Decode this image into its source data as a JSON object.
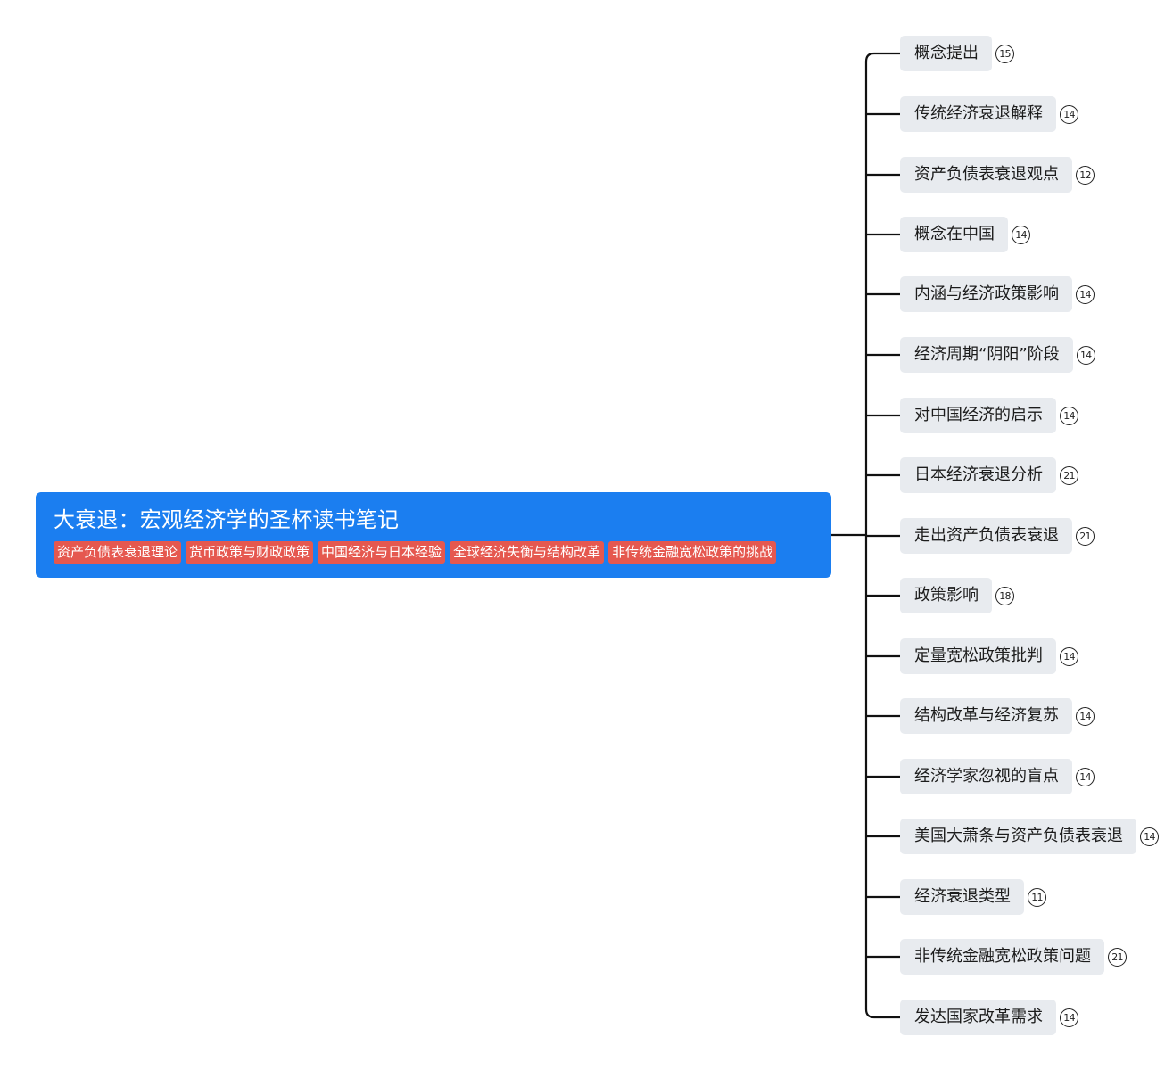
{
  "root": {
    "title": "大衰退：宏观经济学的圣杯读书笔记",
    "tags": [
      "资产负债表衰退理论",
      "货币政策与财政政策",
      "中国经济与日本经验",
      "全球经济失衡与结构改革",
      "非传统金融宽松政策的挑战"
    ]
  },
  "topics": [
    {
      "label": "概念提出",
      "count": "15"
    },
    {
      "label": "传统经济衰退解释",
      "count": "14"
    },
    {
      "label": "资产负债表衰退观点",
      "count": "12"
    },
    {
      "label": "概念在中国",
      "count": "14"
    },
    {
      "label": "内涵与经济政策影响",
      "count": "14"
    },
    {
      "label": "经济周期“阴阳”阶段",
      "count": "14"
    },
    {
      "label": "对中国经济的启示",
      "count": "14"
    },
    {
      "label": "日本经济衰退分析",
      "count": "21"
    },
    {
      "label": "走出资产负债表衰退",
      "count": "21"
    },
    {
      "label": "政策影响",
      "count": "18"
    },
    {
      "label": "定量宽松政策批判",
      "count": "14"
    },
    {
      "label": "结构改革与经济复苏",
      "count": "14"
    },
    {
      "label": "经济学家忽视的盲点",
      "count": "14"
    },
    {
      "label": "美国大萧条与资产负债表衰退",
      "count": "14"
    },
    {
      "label": "经济衰退类型",
      "count": "11"
    },
    {
      "label": "非传统金融宽松政策问题",
      "count": "21"
    },
    {
      "label": "发达国家改革需求",
      "count": "14"
    }
  ],
  "colors": {
    "root_bg": "#1b7ef0",
    "tag_bg": "#e5584f",
    "topic_bg": "#e8ebef",
    "connector": "#111111"
  }
}
